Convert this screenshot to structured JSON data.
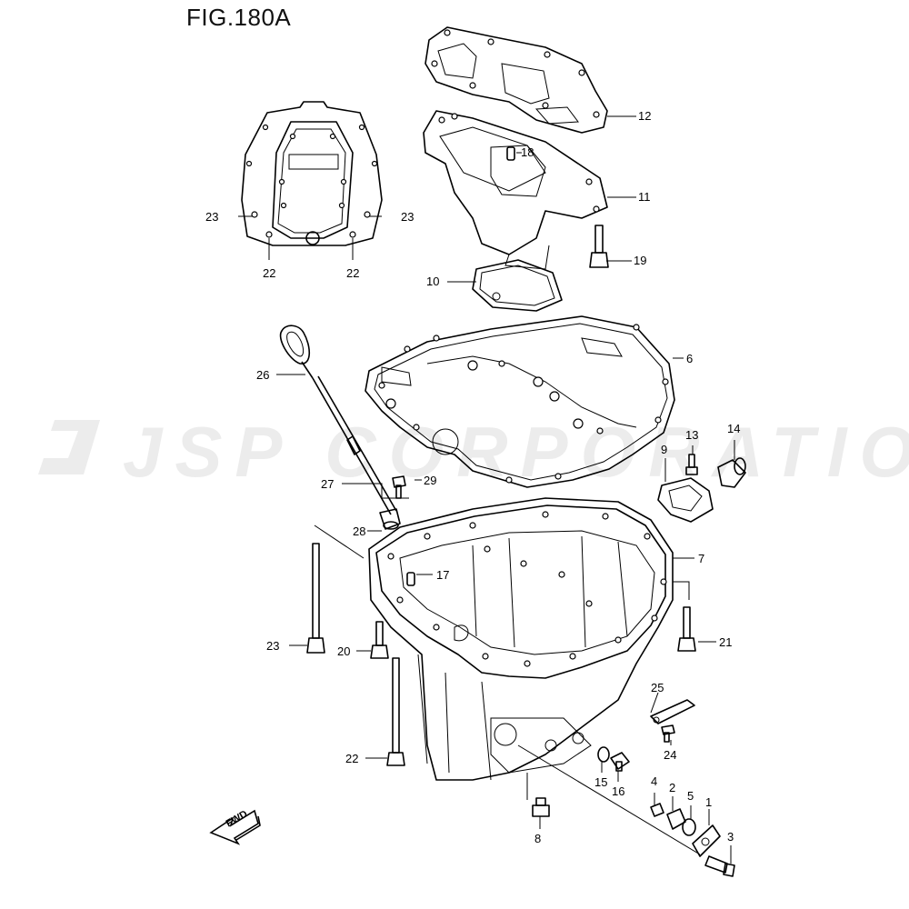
{
  "figure": {
    "title": "FIG.180A"
  },
  "watermark": {
    "text": "JSP CORPORATION"
  },
  "orientation": {
    "fwd_label": "FWD"
  },
  "callouts": {
    "c1": "1",
    "c2": "2",
    "c3": "3",
    "c4": "4",
    "c5": "5",
    "c6": "6",
    "c7": "7",
    "c8": "8",
    "c9": "9",
    "c10": "10",
    "c11": "11",
    "c12": "12",
    "c13": "13",
    "c14": "14",
    "c15": "15",
    "c16": "16",
    "c17": "17",
    "c18": "18",
    "c19": "19",
    "c20": "20",
    "c21": "21",
    "c22a": "22",
    "c22b": "22",
    "c22c": "22",
    "c23a": "23",
    "c23b": "23",
    "c23c": "23",
    "c24": "24",
    "c25": "25",
    "c26": "26",
    "c27": "27",
    "c28": "28",
    "c29": "29"
  }
}
